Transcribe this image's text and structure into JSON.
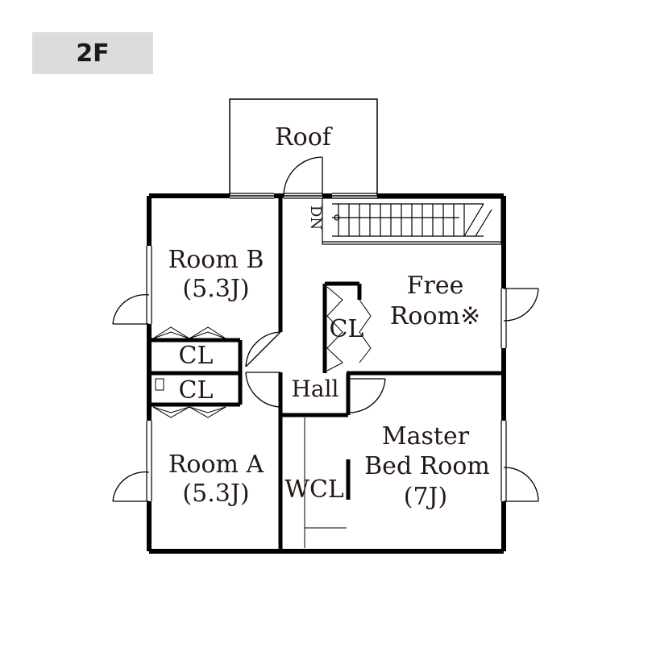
{
  "floor_label": "2F",
  "rooms": {
    "roof": "Roof",
    "room_b_name": "Room B",
    "room_b_size": "(5.3J)",
    "free_room_1": "Free",
    "free_room_2": "Room※",
    "closet_free": "CL",
    "closet_b": "CL",
    "closet_a": "CL",
    "hall": "Hall",
    "room_a_name": "Room A",
    "room_a_size": "(5.3J)",
    "wcl": "WCL",
    "master_1": "Master",
    "master_2": "Bed Room",
    "master_3": "(7J)",
    "stairs_dn": "DN"
  },
  "colors": {
    "wall": "#000000",
    "text": "#231815",
    "badge": "#dcdcdc"
  }
}
